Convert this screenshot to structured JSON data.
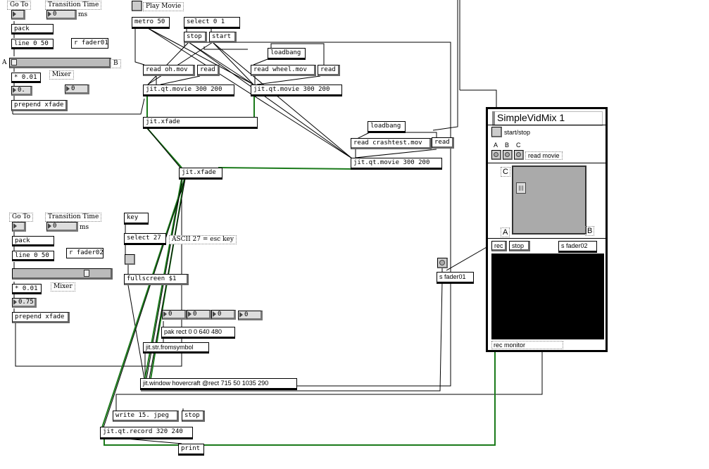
{
  "patch_top": {
    "goto_label": "Go To",
    "transition_label": "Transition Time",
    "ms_label": "ms",
    "goto_value": "",
    "transition_value": "0",
    "pack": "pack",
    "line": "line 0 50",
    "receive": "r fader01",
    "slider_a": "A",
    "slider_b": "B",
    "mixer_label": "Mixer",
    "multiply": "* 0.01",
    "num_out": "0.",
    "num_side": "0",
    "prepend": "prepend xfade",
    "slider_level": 0.0
  },
  "movies": {
    "play_movie_label": "Play Movie",
    "metro": "metro 50",
    "select": "select 0 1",
    "stop": "stop",
    "start": "start",
    "loadbang1": "loadbang",
    "read_oh": "read oh.mov",
    "read1": "read",
    "read_wheel": "read wheel.mov",
    "read2": "read",
    "movie1": "jit.qt.movie 300 200",
    "movie2": "jit.qt.movie 300 200",
    "xfade1": "jit.xfade",
    "loadbang2": "loadbang",
    "read_crash": "read crashtest.mov",
    "read3": "read",
    "movie3": "jit.qt.movie 300 200",
    "xfade2": "jit.xfade"
  },
  "patch_bottom": {
    "goto_label": "Go To",
    "transition_label": "Transition Time",
    "ms_label": "ms",
    "goto_value": "",
    "transition_value": "0",
    "pack": "pack",
    "line": "line 0 50",
    "receive": "r fader02",
    "mixer_label": "Mixer",
    "multiply": "* 0.01",
    "num_out": "0.75",
    "prepend": "prepend xfade",
    "slider_level": 0.75
  },
  "window_controls": {
    "key": "key",
    "select27": "select 27",
    "ascii_comment": "ASCII 27 = esc key",
    "fullscreen": "fullscreen $1",
    "num1": "0",
    "num2": "0",
    "num3": "0",
    "num4": "0",
    "pak": "pak rect 0 0 640 480",
    "fromsymbol": "jit.str.fromsymbol",
    "window": "jit.window hovercraft @rect 715 50 1035 290",
    "write": "write 15. jpeg",
    "stop": "stop",
    "record": "jit.qt.record 320 240",
    "print": "print"
  },
  "fader_send": {
    "send1": "s fader01"
  },
  "simplevidmix": {
    "title": "SimpleVidMix 1",
    "start_stop": "start/stop",
    "a": "A",
    "b": "B",
    "c": "C",
    "read_movie": "read movie",
    "c_label": "C",
    "a_label": "A",
    "b_label": "B",
    "rec": "rec",
    "stop": "stop",
    "send2": "s fader02",
    "rec_monitor": "rec monitor"
  },
  "colors": {
    "video_cord": "#1a7a1a",
    "control_cord": "#000000",
    "panel_gray": "#aaaaaa",
    "monitor": "#000000"
  }
}
